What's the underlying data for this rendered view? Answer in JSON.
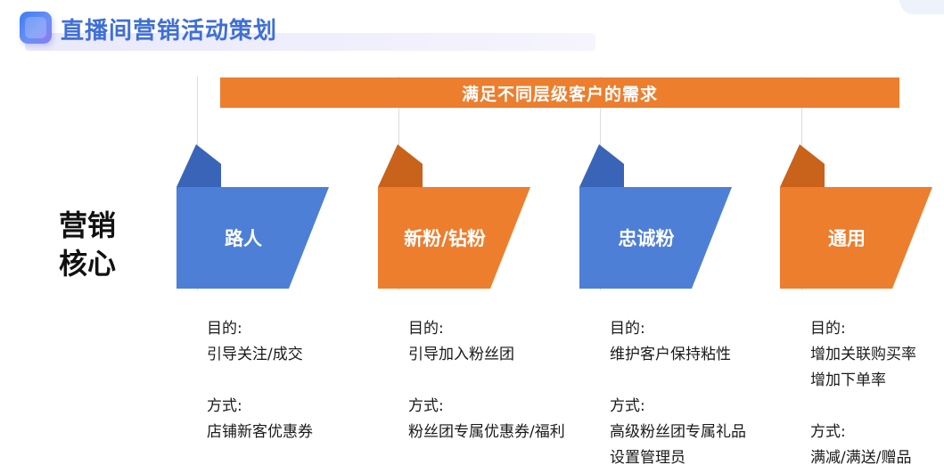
{
  "header": {
    "title": "直播间营销活动策划"
  },
  "banner": {
    "text": "满足不同层级客户的需求"
  },
  "core": {
    "line1": "营销",
    "line2": "核心"
  },
  "colors": {
    "blue": "#4e7fd6",
    "blue_dark": "#3a64b8",
    "orange": "#ec7e2e",
    "orange_dark": "#c9621b"
  },
  "segments": [
    {
      "name": "路人",
      "color": "blue",
      "purpose_label": "目的:",
      "purpose": [
        "引导关注/成交"
      ],
      "method_label": "方式:",
      "method": [
        "店铺新客优惠券"
      ]
    },
    {
      "name": "新粉/钻粉",
      "color": "orange",
      "purpose_label": "目的:",
      "purpose": [
        "引导加入粉丝团"
      ],
      "method_label": "方式:",
      "method": [
        "粉丝团专属优惠券/福利"
      ]
    },
    {
      "name": "忠诚粉",
      "color": "blue",
      "purpose_label": "目的:",
      "purpose": [
        "维护客户保持粘性"
      ],
      "method_label": "方式:",
      "method": [
        "高级粉丝团专属礼品",
        "设置管理员"
      ]
    },
    {
      "name": "通用",
      "color": "orange",
      "purpose_label": "目的:",
      "purpose": [
        "增加关联购买率",
        "增加下单率"
      ],
      "method_label": "方式:",
      "method": [
        "满减/满送/赠品"
      ]
    }
  ]
}
